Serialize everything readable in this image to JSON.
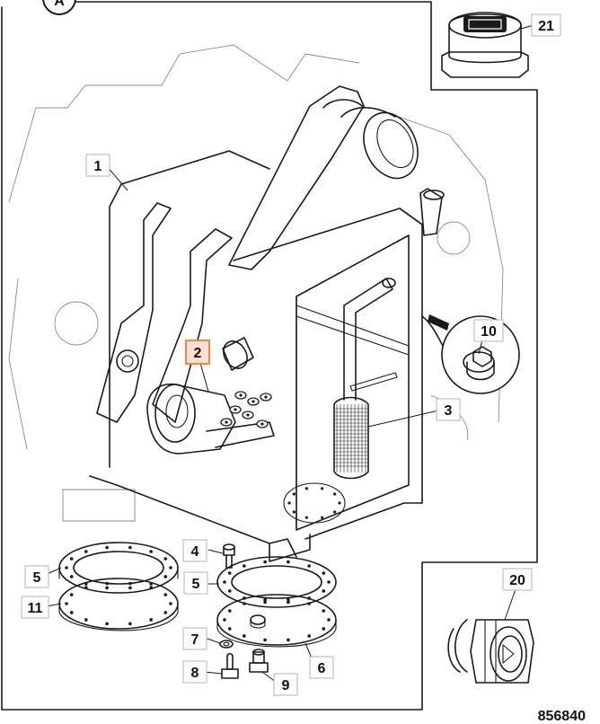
{
  "view_label": "A",
  "drawing_number": "856840",
  "highlight_color": "#e8874c",
  "callouts": [
    {
      "id": "c1",
      "text": "1",
      "highlighted": false
    },
    {
      "id": "c2",
      "text": "2",
      "highlighted": true
    },
    {
      "id": "c3",
      "text": "3",
      "highlighted": false
    },
    {
      "id": "c4",
      "text": "4",
      "highlighted": false
    },
    {
      "id": "c5a",
      "text": "5",
      "highlighted": false
    },
    {
      "id": "c5b",
      "text": "5",
      "highlighted": false
    },
    {
      "id": "c6",
      "text": "6",
      "highlighted": false
    },
    {
      "id": "c7",
      "text": "7",
      "highlighted": false
    },
    {
      "id": "c8",
      "text": "8",
      "highlighted": false
    },
    {
      "id": "c9",
      "text": "9",
      "highlighted": false
    },
    {
      "id": "c10",
      "text": "10",
      "highlighted": false
    },
    {
      "id": "c11",
      "text": "11",
      "highlighted": false
    },
    {
      "id": "c20",
      "text": "20",
      "highlighted": false
    },
    {
      "id": "c21",
      "text": "21",
      "highlighted": false
    }
  ]
}
